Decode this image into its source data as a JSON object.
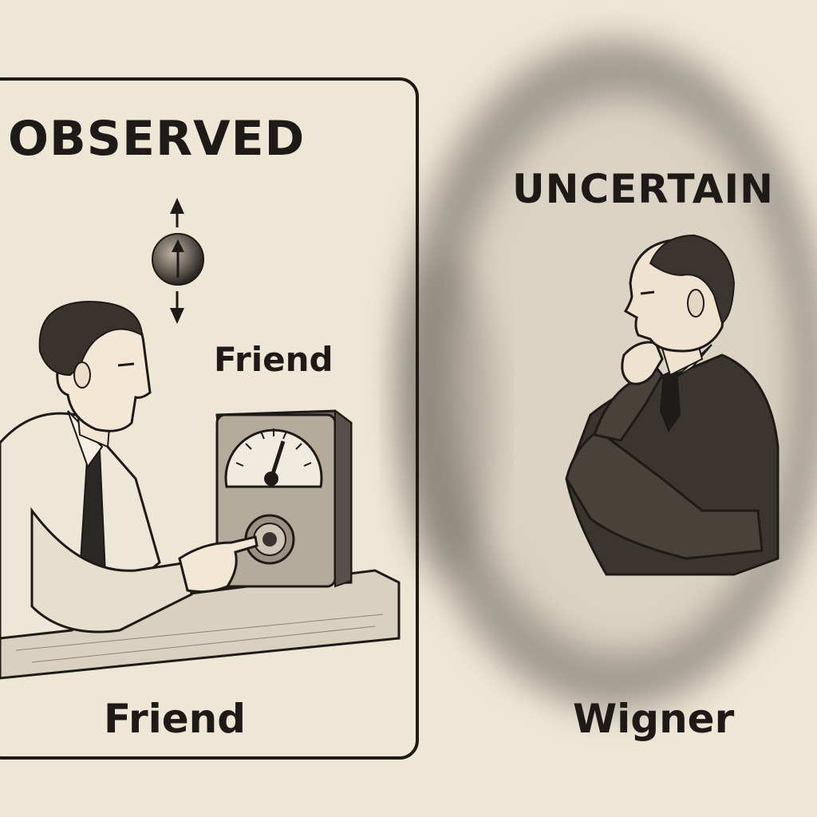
{
  "panels": {
    "left": {
      "heading": "OBSERVED",
      "device_label": "Friend",
      "caption": "Friend"
    },
    "right": {
      "heading": "UNCERTAIN",
      "caption": "Wigner"
    }
  },
  "palette": {
    "paper": "#efe7d6",
    "ink": "#1d1a17",
    "shading": "#5b5650"
  }
}
